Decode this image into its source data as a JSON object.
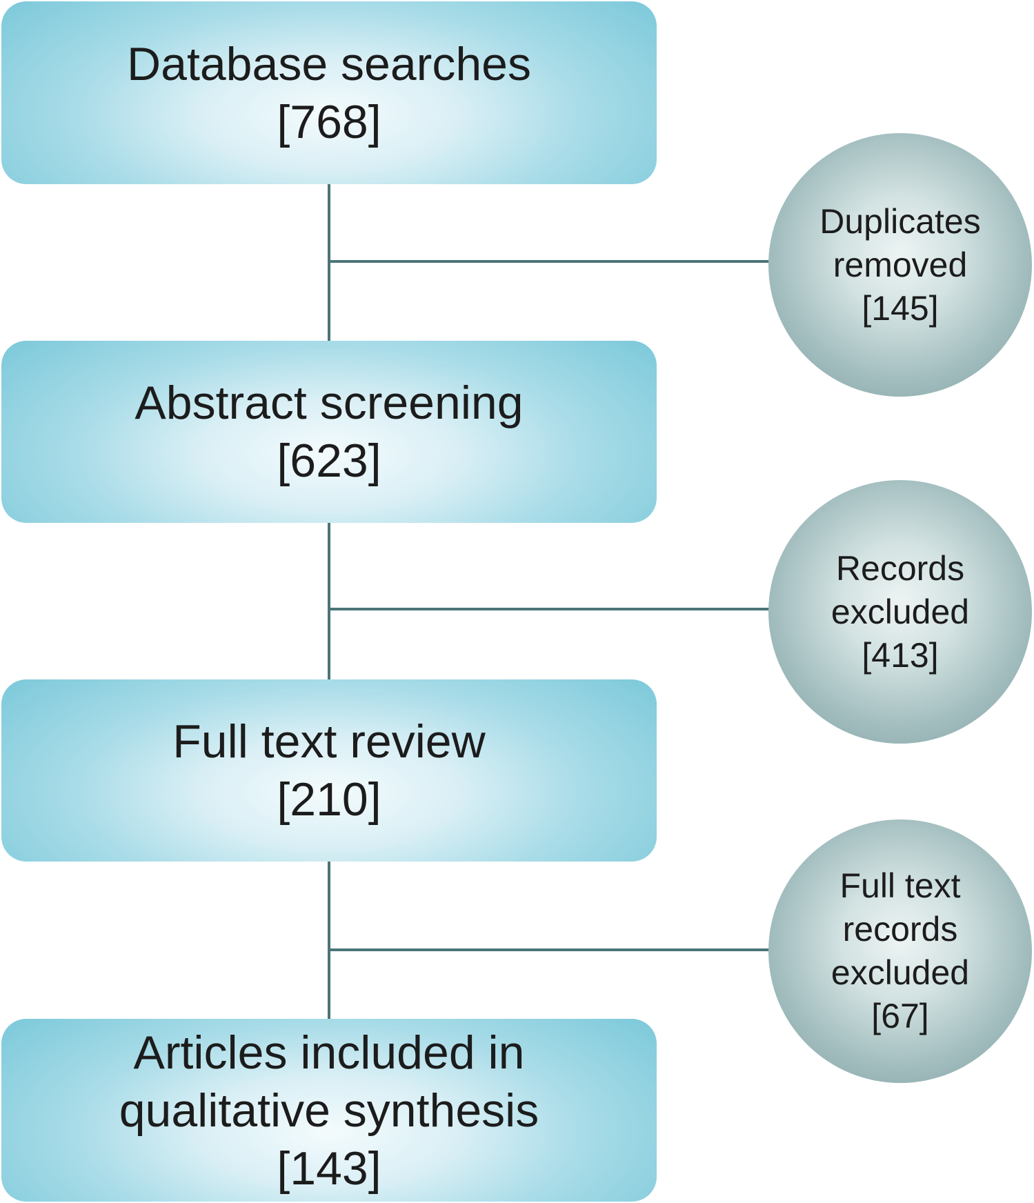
{
  "steps": [
    {
      "name": "Database searches",
      "count": "[768]"
    },
    {
      "name": "Abstract screening",
      "count": "[623]"
    },
    {
      "name": "Full text review",
      "count": "[210]"
    },
    {
      "name_line1": "Articles included in",
      "name_line2": "qualitative synthesis",
      "count": "[143]"
    }
  ],
  "exclusions": [
    {
      "line1": "Duplicates",
      "line2": "removed",
      "count": "[145]"
    },
    {
      "line1": "Records",
      "line2": "excluded",
      "count": "[413]"
    },
    {
      "line1": "Full text",
      "line2": "records",
      "line3": "excluded",
      "count": "[67]"
    }
  ],
  "colors": {
    "box_edge": "#7fcadb",
    "box_center": "#f4fbfd",
    "circle_edge": "#7a9c9e",
    "circle_center": "#edf3f3",
    "connector": "#4b7478"
  }
}
